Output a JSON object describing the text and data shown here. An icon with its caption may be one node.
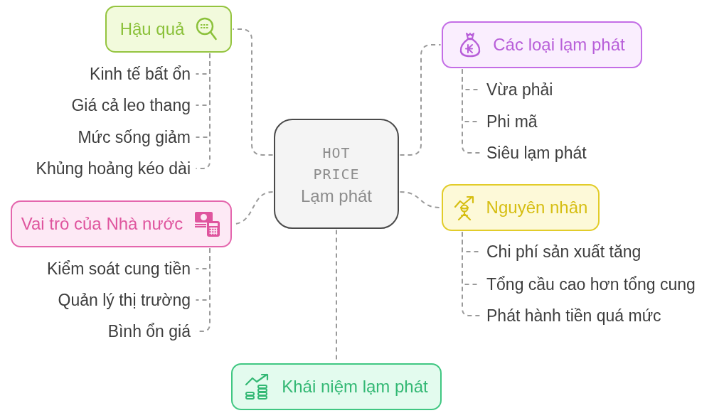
{
  "diagram": {
    "nodes": [
      {
        "text": [
          "HOT PRICE",
          "Lạm phát"
        ]
      },
      {
        "text": [
          "Hậu quả"
        ]
      },
      {
        "text": [
          "Kinh tế bất ổn"
        ]
      },
      {
        "text": [
          "Giá cả leo thang"
        ]
      },
      {
        "text": [
          "Mức sống giảm"
        ]
      },
      {
        "text": [
          "Khủng hoảng kéo dài"
        ]
      },
      {
        "text": [
          "Các loại lạm phát"
        ]
      },
      {
        "text": [
          "Vừa phải"
        ]
      },
      {
        "text": [
          "Phi mã"
        ]
      },
      {
        "text": [
          "Siêu lạm phát"
        ]
      },
      {
        "text": [
          "Vai trò của Nhà nước"
        ]
      },
      {
        "text": [
          "Kiểm soát cung tiền"
        ]
      },
      {
        "text": [
          "Quản lý thị trường"
        ]
      },
      {
        "text": [
          "Bình ổn giá"
        ]
      },
      {
        "text": [
          "Nguyên nhân"
        ]
      },
      {
        "text": [
          "Chi phí sản xuất tăng"
        ]
      },
      {
        "text": [
          "Tổng cầu cao hơn tổng cung"
        ]
      },
      {
        "text": [
          "Phát hành tiền quá mức"
        ]
      },
      {
        "text": [
          "Khái niệm lạm phát"
        ]
      }
    ],
    "edges": [
      {
        "from": 0,
        "to": 1,
        "arrow": "none"
      },
      {
        "from": 1,
        "to": 2,
        "arrow": "none"
      },
      {
        "from": 1,
        "to": 3,
        "arrow": "none"
      },
      {
        "from": 1,
        "to": 4,
        "arrow": "none"
      },
      {
        "from": 1,
        "to": 5,
        "arrow": "none"
      },
      {
        "from": 0,
        "to": 6,
        "arrow": "none"
      },
      {
        "from": 6,
        "to": 7,
        "arrow": "none"
      },
      {
        "from": 6,
        "to": 8,
        "arrow": "none"
      },
      {
        "from": 6,
        "to": 9,
        "arrow": "none"
      },
      {
        "from": 0,
        "to": 10,
        "arrow": "none"
      },
      {
        "from": 10,
        "to": 11,
        "arrow": "none"
      },
      {
        "from": 10,
        "to": 12,
        "arrow": "none"
      },
      {
        "from": 10,
        "to": 13,
        "arrow": "none"
      },
      {
        "from": 0,
        "to": 14,
        "arrow": "none"
      },
      {
        "from": 14,
        "to": 15,
        "arrow": "none"
      },
      {
        "from": 14,
        "to": 16,
        "arrow": "none"
      },
      {
        "from": 14,
        "to": 17,
        "arrow": "none"
      },
      {
        "from": 0,
        "to": 18,
        "arrow": "none"
      }
    ]
  }
}
